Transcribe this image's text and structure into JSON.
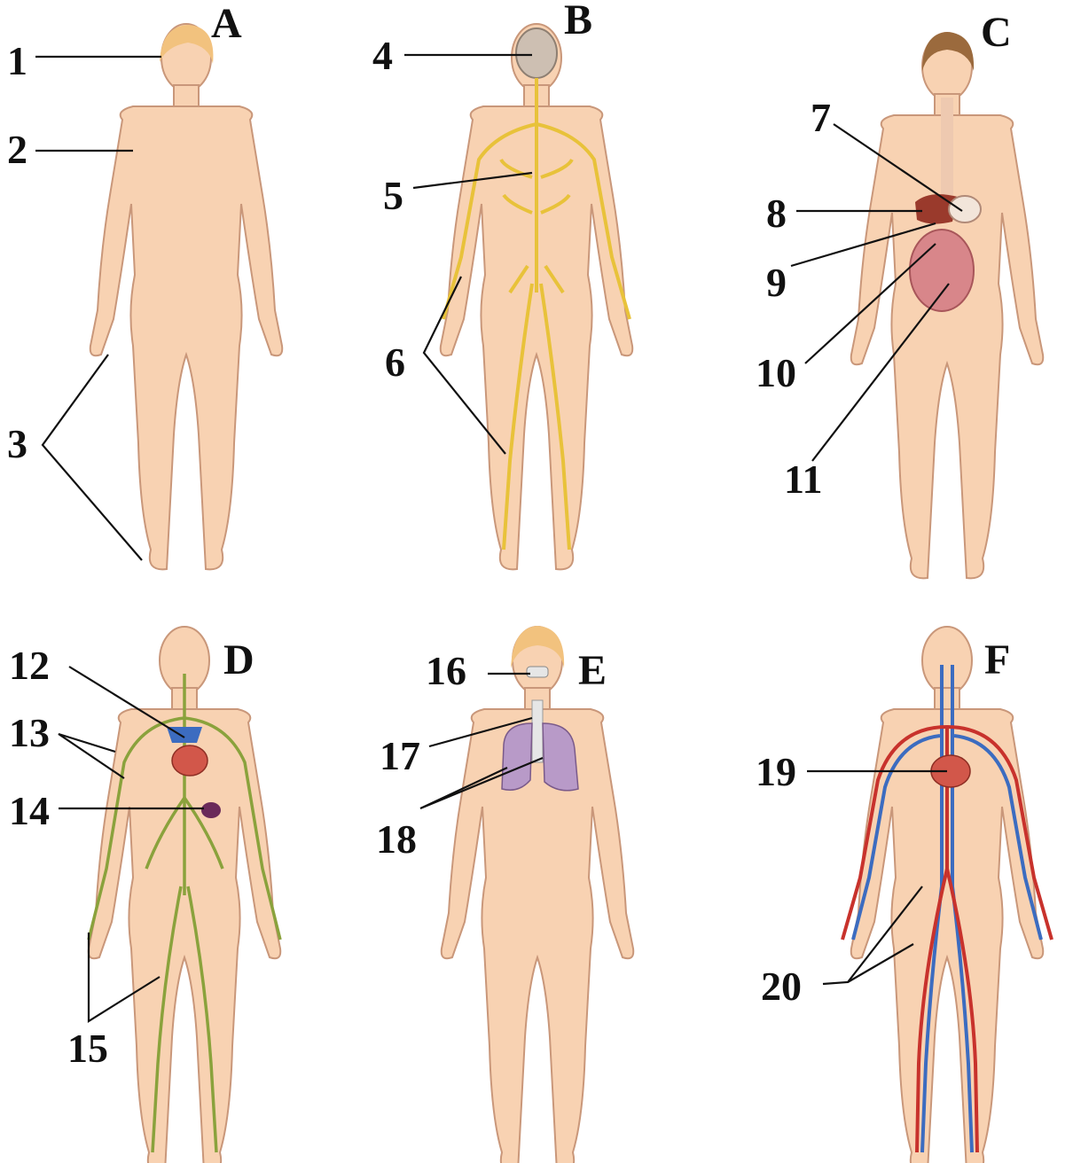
{
  "panels": [
    {
      "id": "A",
      "letter": "A",
      "hair": "#f2c27e",
      "labels": [
        "1",
        "2",
        "3"
      ]
    },
    {
      "id": "B",
      "letter": "B",
      "labels": [
        "4",
        "5",
        "6"
      ]
    },
    {
      "id": "C",
      "letter": "C",
      "hair": "#9b6a3d",
      "labels": [
        "7",
        "8",
        "9",
        "10",
        "11"
      ]
    },
    {
      "id": "D",
      "letter": "D",
      "labels": [
        "12",
        "13",
        "14",
        "15"
      ]
    },
    {
      "id": "E",
      "letter": "E",
      "hair": "#f2c27e",
      "labels": [
        "16",
        "17",
        "18"
      ]
    },
    {
      "id": "F",
      "letter": "F",
      "labels": [
        "19",
        "20"
      ]
    }
  ],
  "colors": {
    "skin": "#f8d2b2",
    "skin_outline": "#c9977a",
    "nerves": "#e8c23a",
    "lymph": "#8aa23c",
    "arteries": "#c8322c",
    "veins": "#3c6cc0",
    "lungs": "#b89ac8",
    "liver": "#9a3a2c",
    "intestine": "#d8868a",
    "brain": "#cdbfb2",
    "heart": "#d2574a",
    "spleen": "#6a2a5a"
  }
}
